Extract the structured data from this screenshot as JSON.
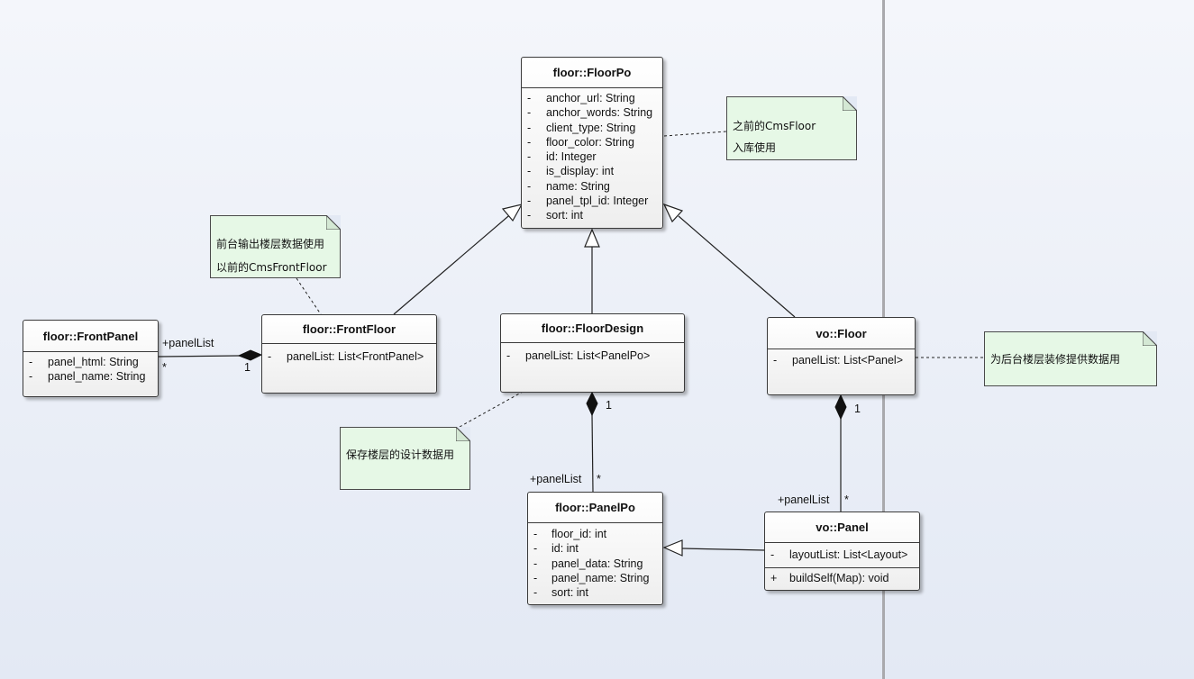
{
  "classes": {
    "floor_po": {
      "name": "floor::FloorPo",
      "attributes": [
        {
          "vis": "-",
          "text": "anchor_url: String"
        },
        {
          "vis": "-",
          "text": "anchor_words: String"
        },
        {
          "vis": "-",
          "text": "client_type: String"
        },
        {
          "vis": "-",
          "text": "floor_color: String"
        },
        {
          "vis": "-",
          "text": "id: Integer"
        },
        {
          "vis": "-",
          "text": "is_display: int"
        },
        {
          "vis": "-",
          "text": "name: String"
        },
        {
          "vis": "-",
          "text": "panel_tpl_id: Integer"
        },
        {
          "vis": "-",
          "text": "sort: int"
        }
      ]
    },
    "front_panel": {
      "name": "floor::FrontPanel",
      "attributes": [
        {
          "vis": "-",
          "text": "panel_html: String"
        },
        {
          "vis": "-",
          "text": "panel_name: String"
        }
      ]
    },
    "front_floor": {
      "name": "floor::FrontFloor",
      "attributes": [
        {
          "vis": "-",
          "text": "panelList: List<FrontPanel>"
        }
      ]
    },
    "floor_design": {
      "name": "floor::FloorDesign",
      "attributes": [
        {
          "vis": "-",
          "text": "panelList: List<PanelPo>"
        }
      ]
    },
    "vo_floor": {
      "name": "vo::Floor",
      "attributes": [
        {
          "vis": "-",
          "text": "panelList: List<Panel>"
        }
      ]
    },
    "panel_po": {
      "name": "floor::PanelPo",
      "attributes": [
        {
          "vis": "-",
          "text": "floor_id: int"
        },
        {
          "vis": "-",
          "text": "id: int"
        },
        {
          "vis": "-",
          "text": "panel_data: String"
        },
        {
          "vis": "-",
          "text": "panel_name: String"
        },
        {
          "vis": "-",
          "text": "sort: int"
        }
      ]
    },
    "vo_panel": {
      "name": "vo::Panel",
      "attributes": [
        {
          "vis": "-",
          "text": "layoutList: List<Layout>"
        }
      ],
      "operations": [
        {
          "vis": "+",
          "text": "buildSelf(Map): void"
        }
      ]
    }
  },
  "notes": {
    "cms_floor": [
      "之前的CmsFloor",
      "入库使用"
    ],
    "front_output": [
      "前台输出楼层数据使用",
      "以前的CmsFrontFloor"
    ],
    "save_design": [
      "保存楼层的设计数据用"
    ],
    "backend_decor": [
      "为后台楼层装修提供数据用"
    ]
  },
  "association_labels": {
    "front_role": "+panelList",
    "front_many": "*",
    "front_one": "1",
    "design_one": "1",
    "design_role": "+panelList",
    "design_many": "*",
    "vo_one": "1",
    "vo_role": "+panelList",
    "vo_many": "*"
  }
}
